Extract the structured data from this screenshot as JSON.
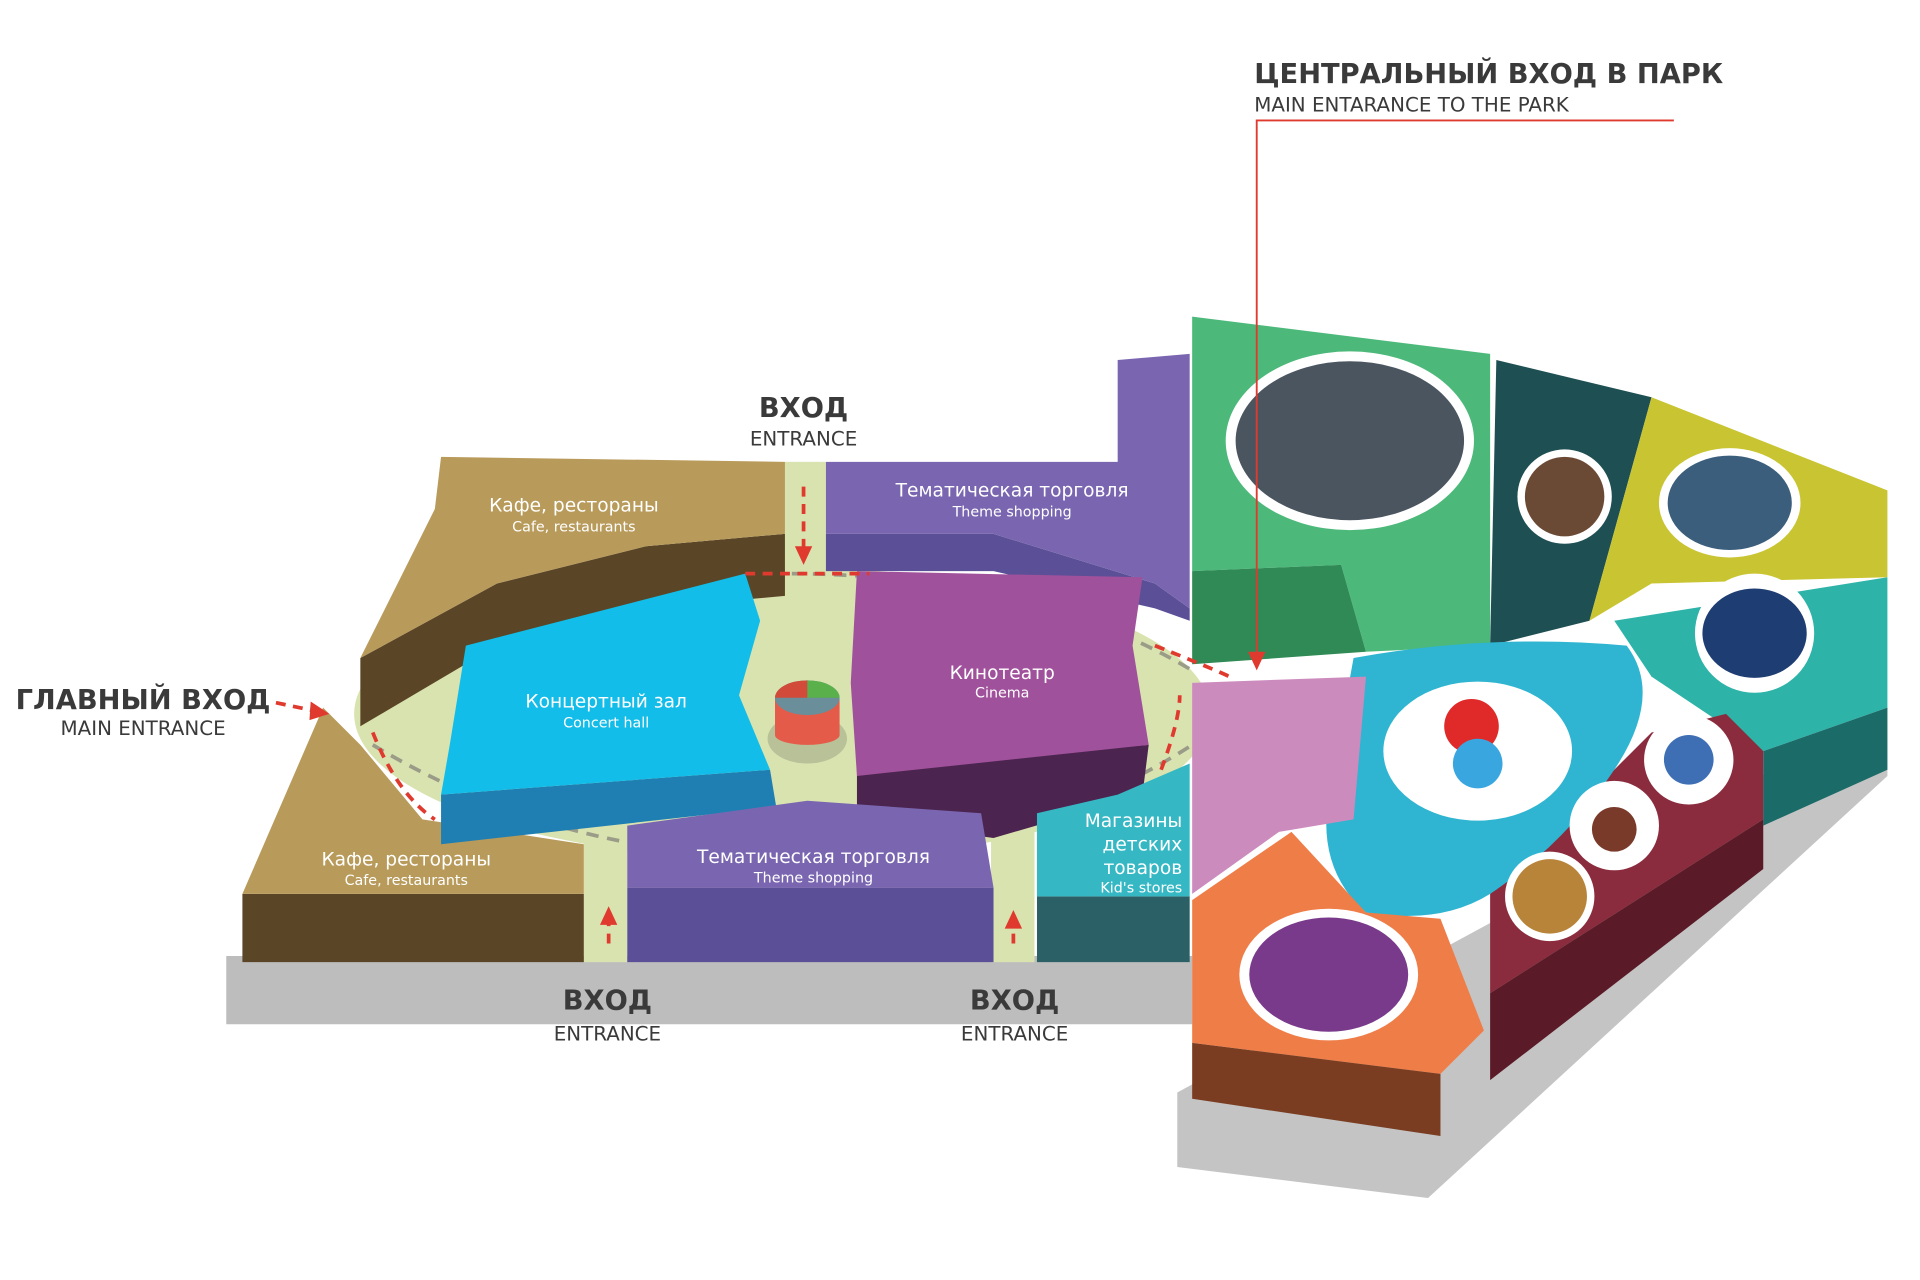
{
  "colors": {
    "cafe": "#b89a5a",
    "concert": "#13bde9",
    "cinema": "#a0519b",
    "theme": "#7a66b0",
    "kids": "#36b8c4",
    "park_green": "#4cb97a",
    "park_yellow": "#c9c431",
    "park_orange": "#ef7d48",
    "park_red": "#8b2c3e",
    "floor": "#d9e3b0",
    "route": "#e03a2f"
  },
  "labels": {
    "central_entrance": {
      "ru": "ЦЕНТРАЛЬНЫЙ ВХОД В ПАРК",
      "en": "MAIN ENTARANCE TO THE PARK"
    },
    "main_entrance": {
      "ru": "ГЛАВНЫЙ ВХОД",
      "en": "MAIN ENTRANCE"
    },
    "entrance_top": {
      "ru": "ВХОД",
      "en": "ENTRANCE"
    },
    "entrance_bottom_left": {
      "ru": "ВХОД",
      "en": "ENTRANCE"
    },
    "entrance_bottom_right": {
      "ru": "ВХОД",
      "en": "ENTRANCE"
    }
  },
  "zones": {
    "cafe_top": {
      "ru": "Кафе, рестораны",
      "en": "Cafe, restaurants"
    },
    "cafe_bottom": {
      "ru": "Кафе, рестораны",
      "en": "Cafe, restaurants"
    },
    "theme_top": {
      "ru": "Тематическая торговля",
      "en": "Theme shopping"
    },
    "theme_bottom": {
      "ru": "Тематическая торговля",
      "en": "Theme shopping"
    },
    "concert": {
      "ru": "Концертный зал",
      "en": "Concert hall"
    },
    "cinema": {
      "ru": "Кинотеатр",
      "en": "Cinema"
    },
    "kids": {
      "ru1": "Магазины",
      "ru2": "детских",
      "ru3": "товаров",
      "en": "Kid's stores"
    }
  }
}
